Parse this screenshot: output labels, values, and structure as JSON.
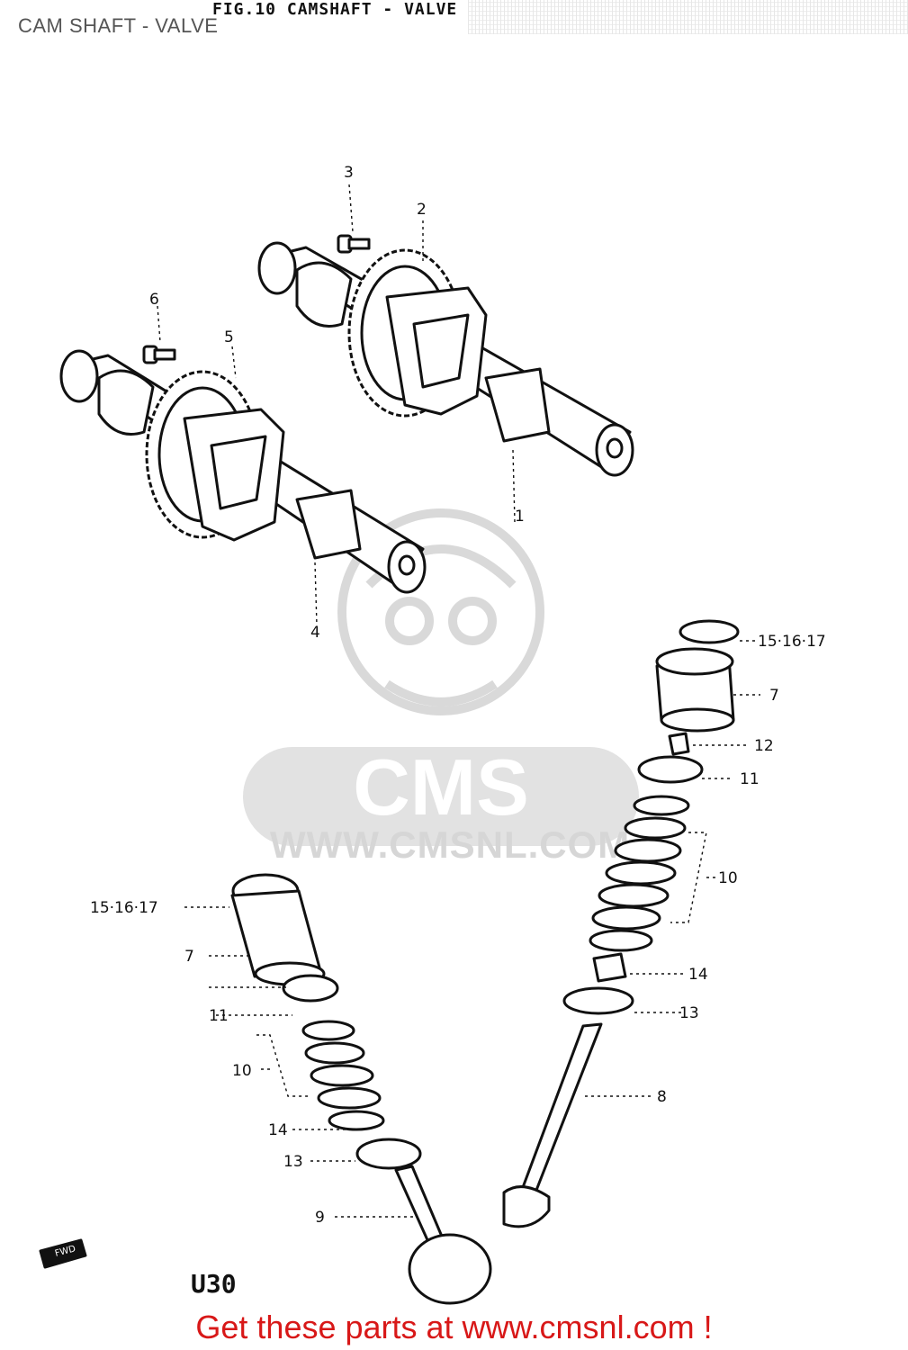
{
  "header": {
    "caption": "CAM SHAFT - VALVE",
    "figure_title": "FIG.10  CAMSHAFT - VALVE"
  },
  "watermark": {
    "brand": "CMS",
    "url": "WWW.CMSNL.COM"
  },
  "diagram": {
    "code": "U30",
    "fwd_label": "FWD",
    "callouts": {
      "c1": "1",
      "c2": "2",
      "c3": "3",
      "c4": "4",
      "c5": "5",
      "c6": "6",
      "c7a": "7",
      "c7b": "7",
      "c8": "8",
      "c9": "9",
      "c10a": "10",
      "c10b": "10",
      "c11a": "11",
      "c11b": "11",
      "c12a": "12",
      "c13a": "13",
      "c13b": "13",
      "c14a": "14",
      "c14b": "14",
      "c15a": "15·16·17",
      "c15b": "15·16·17"
    }
  },
  "footer": {
    "link_text": "Get these parts at www.cmsnl.com !"
  },
  "colors": {
    "footer_text": "#d81818",
    "drawing": "#111111",
    "watermark": "#d6d6d6"
  }
}
